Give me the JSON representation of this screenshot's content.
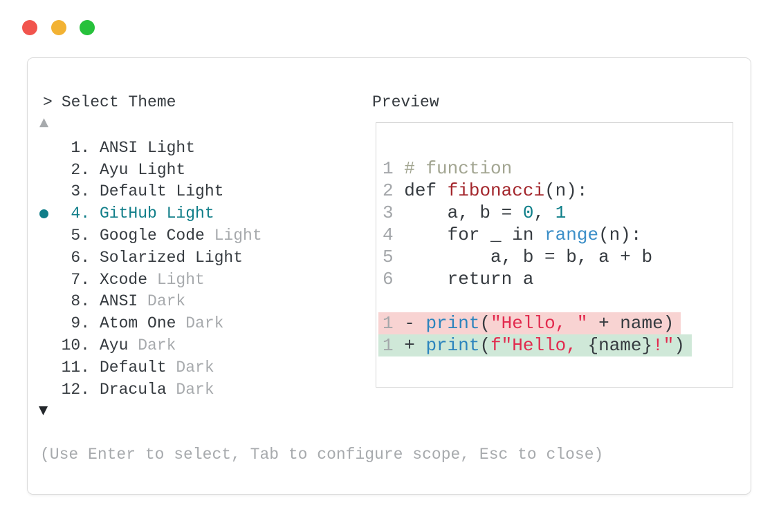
{
  "colors": {
    "fg": "#363b40",
    "muted": "#a7aaad",
    "line-num": "#a4a7aa",
    "teal": "#107e89",
    "comment": "#a2a591",
    "fn-red": "#a3262c",
    "num-teal": "#0f7f89",
    "range-blue": "#3c8fc8",
    "print-blue": "#2b84bd",
    "string-red": "#e22a4e",
    "removed-bg": "#f8d3d2",
    "added-bg": "#cfe8d8",
    "window-border": "#dcdcdc",
    "box-border": "#d6d6d6",
    "light-red": "#f1544d",
    "light-yellow": "#f2b233",
    "light-green": "#27c13b"
  },
  "selector": {
    "prompt": ">",
    "title": "Select Theme",
    "scroll_up_symbol": "▲",
    "scroll_down_symbol": "▼",
    "items": [
      {
        "number": "1.",
        "name": "ANSI Light",
        "variant": "",
        "selected": false
      },
      {
        "number": "2.",
        "name": "Ayu Light",
        "variant": "",
        "selected": false
      },
      {
        "number": "3.",
        "name": "Default Light",
        "variant": "",
        "selected": false
      },
      {
        "number": "4.",
        "name": "GitHub Light",
        "variant": "",
        "selected": true
      },
      {
        "number": "5.",
        "name": "Google Code",
        "variant": "Light",
        "selected": false
      },
      {
        "number": "6.",
        "name": "Solarized Light",
        "variant": "",
        "selected": false
      },
      {
        "number": "7.",
        "name": "Xcode",
        "variant": "Light",
        "selected": false
      },
      {
        "number": "8.",
        "name": "ANSI",
        "variant": "Dark",
        "selected": false
      },
      {
        "number": "9.",
        "name": "Atom One",
        "variant": "Dark",
        "selected": false
      },
      {
        "number": "10.",
        "name": "Ayu",
        "variant": "Dark",
        "selected": false
      },
      {
        "number": "11.",
        "name": "Default",
        "variant": "Dark",
        "selected": false
      },
      {
        "number": "12.",
        "name": "Dracula",
        "variant": "Dark",
        "selected": false
      }
    ],
    "help_text": "(Use Enter to select, Tab to configure scope, Esc to close)"
  },
  "preview": {
    "title": "Preview",
    "code_lines": [
      {
        "num": "1",
        "bg": "",
        "tokens": [
          {
            "t": "# function",
            "c": "comment"
          }
        ]
      },
      {
        "num": "2",
        "bg": "",
        "tokens": [
          {
            "t": "def ",
            "c": "fg"
          },
          {
            "t": "fibonacci",
            "c": "fn"
          },
          {
            "t": "(n):",
            "c": "fg"
          }
        ]
      },
      {
        "num": "3",
        "bg": "",
        "tokens": [
          {
            "t": "    a, b = ",
            "c": "fg"
          },
          {
            "t": "0",
            "c": "num"
          },
          {
            "t": ", ",
            "c": "fg"
          },
          {
            "t": "1",
            "c": "num"
          }
        ]
      },
      {
        "num": "4",
        "bg": "",
        "tokens": [
          {
            "t": "    for _ in ",
            "c": "fg"
          },
          {
            "t": "range",
            "c": "range"
          },
          {
            "t": "(n):",
            "c": "fg"
          }
        ]
      },
      {
        "num": "5",
        "bg": "",
        "tokens": [
          {
            "t": "        a, b = b, a + b",
            "c": "fg"
          }
        ]
      },
      {
        "num": "6",
        "bg": "",
        "tokens": [
          {
            "t": "    return a",
            "c": "fg"
          }
        ]
      },
      {
        "num": "",
        "bg": "",
        "tokens": []
      },
      {
        "num": "1",
        "bg": "removed",
        "tokens": [
          {
            "t": "- ",
            "c": "fg"
          },
          {
            "t": "print",
            "c": "print"
          },
          {
            "t": "(",
            "c": "fg"
          },
          {
            "t": "\"Hello, \"",
            "c": "str"
          },
          {
            "t": " + name)",
            "c": "fg"
          }
        ]
      },
      {
        "num": "1",
        "bg": "added",
        "tokens": [
          {
            "t": "+ ",
            "c": "fg"
          },
          {
            "t": "print",
            "c": "print"
          },
          {
            "t": "(",
            "c": "fg"
          },
          {
            "t": "f\"Hello, ",
            "c": "str"
          },
          {
            "t": "{name}",
            "c": "fg"
          },
          {
            "t": "!\"",
            "c": "str"
          },
          {
            "t": ")",
            "c": "fg"
          }
        ]
      }
    ]
  }
}
